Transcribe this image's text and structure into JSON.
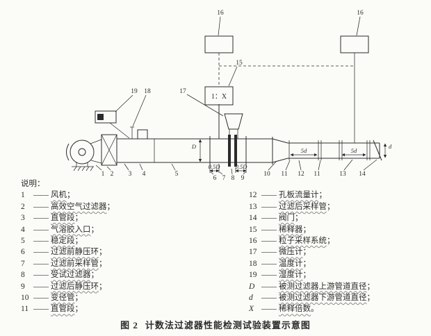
{
  "appearance": {
    "ink": "#2b2b2b",
    "paper": "#fbfbf8"
  },
  "caption": {
    "fig": "图 2",
    "title": "计数法过滤器性能检测试验装置示意图"
  },
  "legend": {
    "title": "说明：",
    "sep": "——",
    "left": [
      {
        "num": "1",
        "term": "风机",
        "punct": "；"
      },
      {
        "num": "2",
        "term": "高效空气过滤器",
        "punct": "；"
      },
      {
        "num": "3",
        "term": "直管段",
        "punct": "；"
      },
      {
        "num": "4",
        "term": "气溶胶入口",
        "punct": "；"
      },
      {
        "num": "5",
        "term": "稳定段",
        "punct": "；"
      },
      {
        "num": "6",
        "term": "过滤前静压环",
        "punct": "；"
      },
      {
        "num": "7",
        "term": "过滤前采样管",
        "punct": "；"
      },
      {
        "num": "8",
        "term": "受试过滤器",
        "punct": "；"
      },
      {
        "num": "9",
        "term": "过滤后静压环",
        "punct": "；"
      },
      {
        "num": "10",
        "term": "变径管",
        "punct": "；"
      },
      {
        "num": "11",
        "term": "直管段",
        "punct": "；"
      }
    ],
    "right": [
      {
        "num": "12",
        "term": "孔板流量计",
        "punct": "；"
      },
      {
        "num": "13",
        "term": "过滤后采样管",
        "punct": "；"
      },
      {
        "num": "14",
        "term": "阀门",
        "punct": "；"
      },
      {
        "num": "15",
        "term": "稀释器",
        "punct": "；"
      },
      {
        "num": "16",
        "term": "粒子采样系统",
        "punct": "；"
      },
      {
        "num": "17",
        "term": "微压计",
        "punct": "；"
      },
      {
        "num": "18",
        "term": "温度计",
        "punct": "；"
      },
      {
        "num": "19",
        "term": "湿度计",
        "punct": "；"
      },
      {
        "num": "D",
        "term": "被测过滤器上游管道直径",
        "punct": "；"
      },
      {
        "num": "d",
        "term": "被测过滤器下游管道直径",
        "punct": "；"
      },
      {
        "num": "X",
        "term": "稀释倍数",
        "punct": "。"
      }
    ]
  },
  "diagram": {
    "dilutor_text": "1：X",
    "dims": {
      "D": "D",
      "d": "d",
      "halfD": "0.5D",
      "fived": "5d"
    },
    "callouts": {
      "n1": "1",
      "n2": "2",
      "n3": "3",
      "n4": "4",
      "n5": "5",
      "n6": "6",
      "n7": "7",
      "n8": "8",
      "n9": "9",
      "n10": "10",
      "n11": "11",
      "n12": "12",
      "n13": "13",
      "n14": "14",
      "n15": "15",
      "n16": "16",
      "n17": "17",
      "n18": "18",
      "n19": "19"
    }
  }
}
